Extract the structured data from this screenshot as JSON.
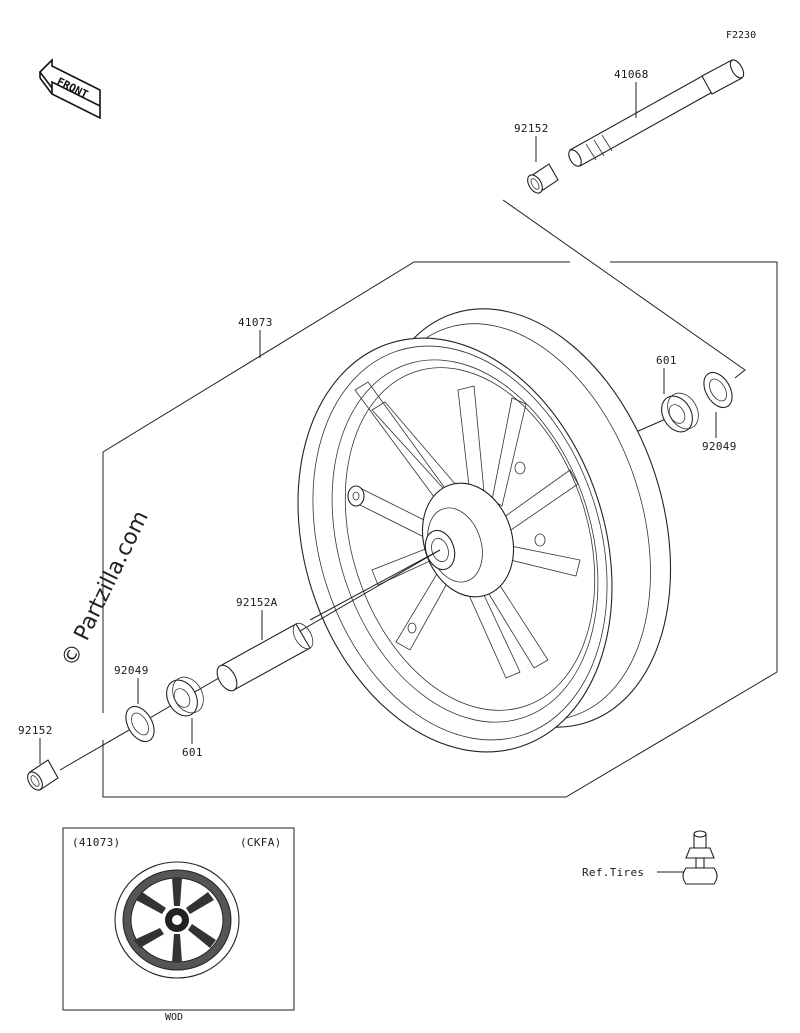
{
  "diagram_code": "F2230",
  "front_label": "FRONT",
  "watermark": "© Partzilla.com",
  "parts": {
    "axle": "41068",
    "collar_top": "92152",
    "wheel": "41073",
    "bearing_right": "601",
    "seal_right": "92049",
    "collar_center": "92152A",
    "seal_left": "92049",
    "bearing_left": "601",
    "collar_left": "92152"
  },
  "ref_tires": "Ref.Tires",
  "inset": {
    "part": "(41073)",
    "code": "(CKFA)",
    "caption": "WOD"
  }
}
